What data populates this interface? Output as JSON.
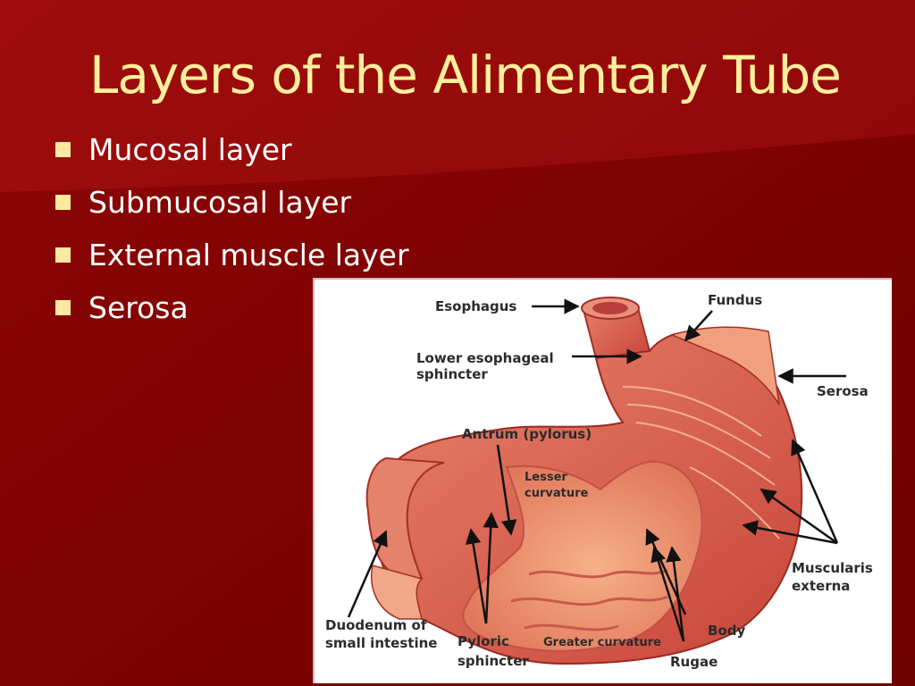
{
  "slide": {
    "title": "Layers of the Alimentary Tube",
    "bullets": [
      "Mucosal layer",
      "Submucosal layer",
      "External muscle layer",
      "Serosa"
    ]
  },
  "figure": {
    "labels": {
      "esophagus": "Esophagus",
      "fundus": "Fundus",
      "les_line1": "Lower esophageal",
      "les_line2": "sphincter",
      "serosa": "Serosa",
      "antrum": "Antrum (pylorus)",
      "lesser_line1": "Lesser",
      "lesser_line2": "curvature",
      "muscularis_line1": "Muscularis",
      "muscularis_line2": "externa",
      "duodenum_line1": "Duodenum of",
      "duodenum_line2": "small intestine",
      "pyloric_line1": "Pyloric",
      "pyloric_line2": "sphincter",
      "greater": "Greater curvature",
      "body": "Body",
      "rugae": "Rugae"
    }
  },
  "colors": {
    "background": "#7a0000",
    "title": "#ffef9c",
    "bullet_text": "#ffffff",
    "bullet_square": "#ffe8a0"
  }
}
